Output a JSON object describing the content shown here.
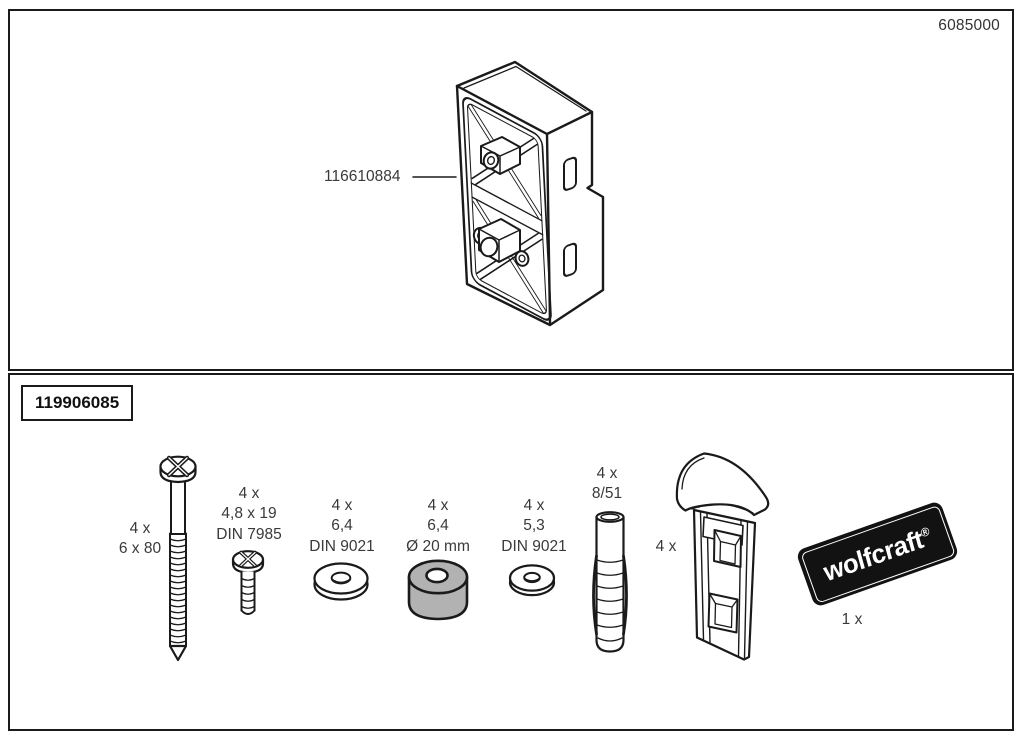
{
  "header": {
    "ref_number": "6085000"
  },
  "top_section": {
    "part_label": "116610884"
  },
  "bottom_section": {
    "kit_number": "119906085",
    "items": [
      {
        "name": "long-screw",
        "qty": "4 x",
        "spec": "6 x 80",
        "std": ""
      },
      {
        "name": "short-screw",
        "qty": "4 x",
        "spec": "4,8 x 19",
        "std": "DIN 7985"
      },
      {
        "name": "washer-large",
        "qty": "4 x",
        "spec": "6,4",
        "std": "DIN 9021"
      },
      {
        "name": "spacer-ring",
        "qty": "4 x",
        "spec": "6,4",
        "std": "Ø 20 mm"
      },
      {
        "name": "washer-small",
        "qty": "4 x",
        "spec": "5,3",
        "std": "DIN 9021"
      },
      {
        "name": "wall-plug",
        "qty": "4 x",
        "spec": "8/51",
        "std": ""
      },
      {
        "name": "wall-bracket",
        "qty": "4 x",
        "spec": "",
        "std": ""
      },
      {
        "name": "logo-plate",
        "qty": "1 x",
        "spec": "",
        "std": ""
      }
    ],
    "logo": {
      "text": "wolfcraft",
      "reg": "®"
    }
  },
  "colors": {
    "line": "#1a1a1a",
    "text": "#3a3a3a",
    "spacer_fill": "#b2b2b2",
    "logo_bg": "#121212"
  }
}
